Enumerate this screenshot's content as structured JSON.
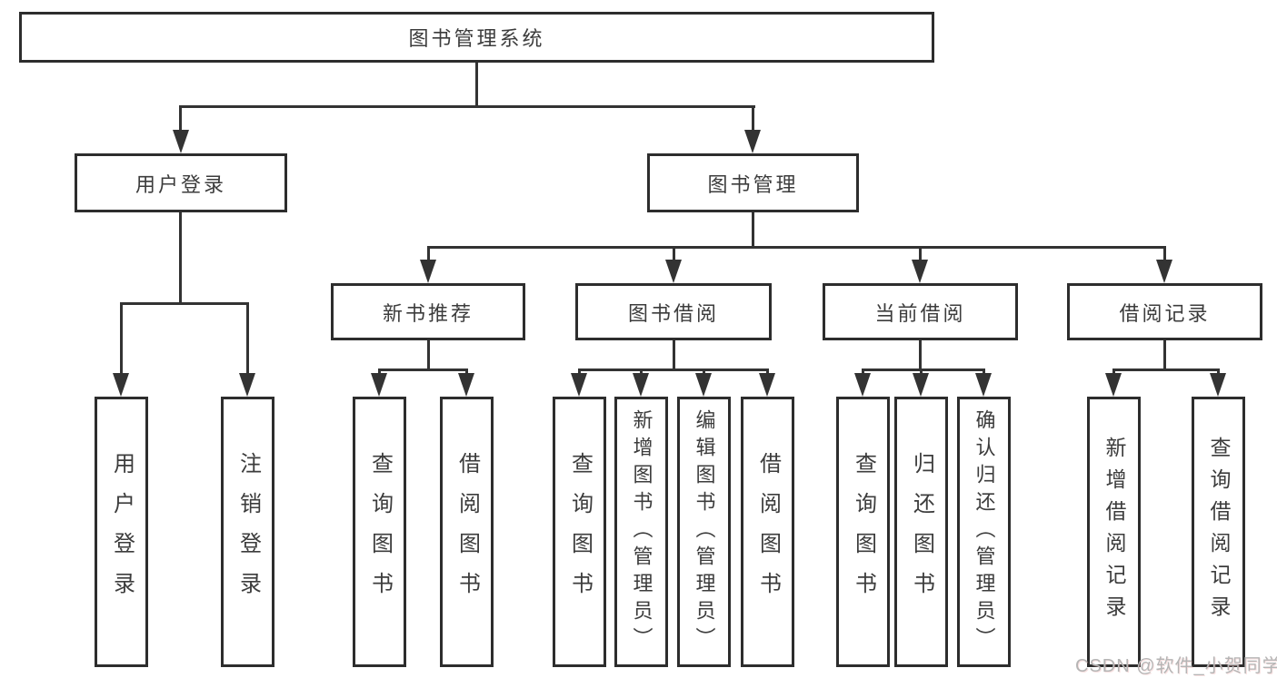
{
  "diagram": {
    "root": "图书管理系统",
    "level2": [
      "用户登录",
      "图书管理"
    ],
    "level3": [
      "新书推荐",
      "图书借阅",
      "当前借阅",
      "借阅记录"
    ],
    "leaves": {
      "login": [
        "用户登录",
        "注销登录"
      ],
      "recommend": [
        "查询图书",
        "借阅图书"
      ],
      "borrow": [
        "查询图书",
        "新增图书（管理员）",
        "编辑图书（管理员）",
        "借阅图书"
      ],
      "current": [
        "查询图书",
        "归还图书",
        "确认归还（管理员）"
      ],
      "records": [
        "新增借阅记录",
        "查询借阅记录"
      ]
    }
  },
  "watermark": "CSDN @软件_小贺同学",
  "colors": {
    "line": "#333333",
    "border": "#2d2d2d",
    "text": "#3c3c3c",
    "background": "#ffffff",
    "watermark": "#b5b5b5"
  }
}
